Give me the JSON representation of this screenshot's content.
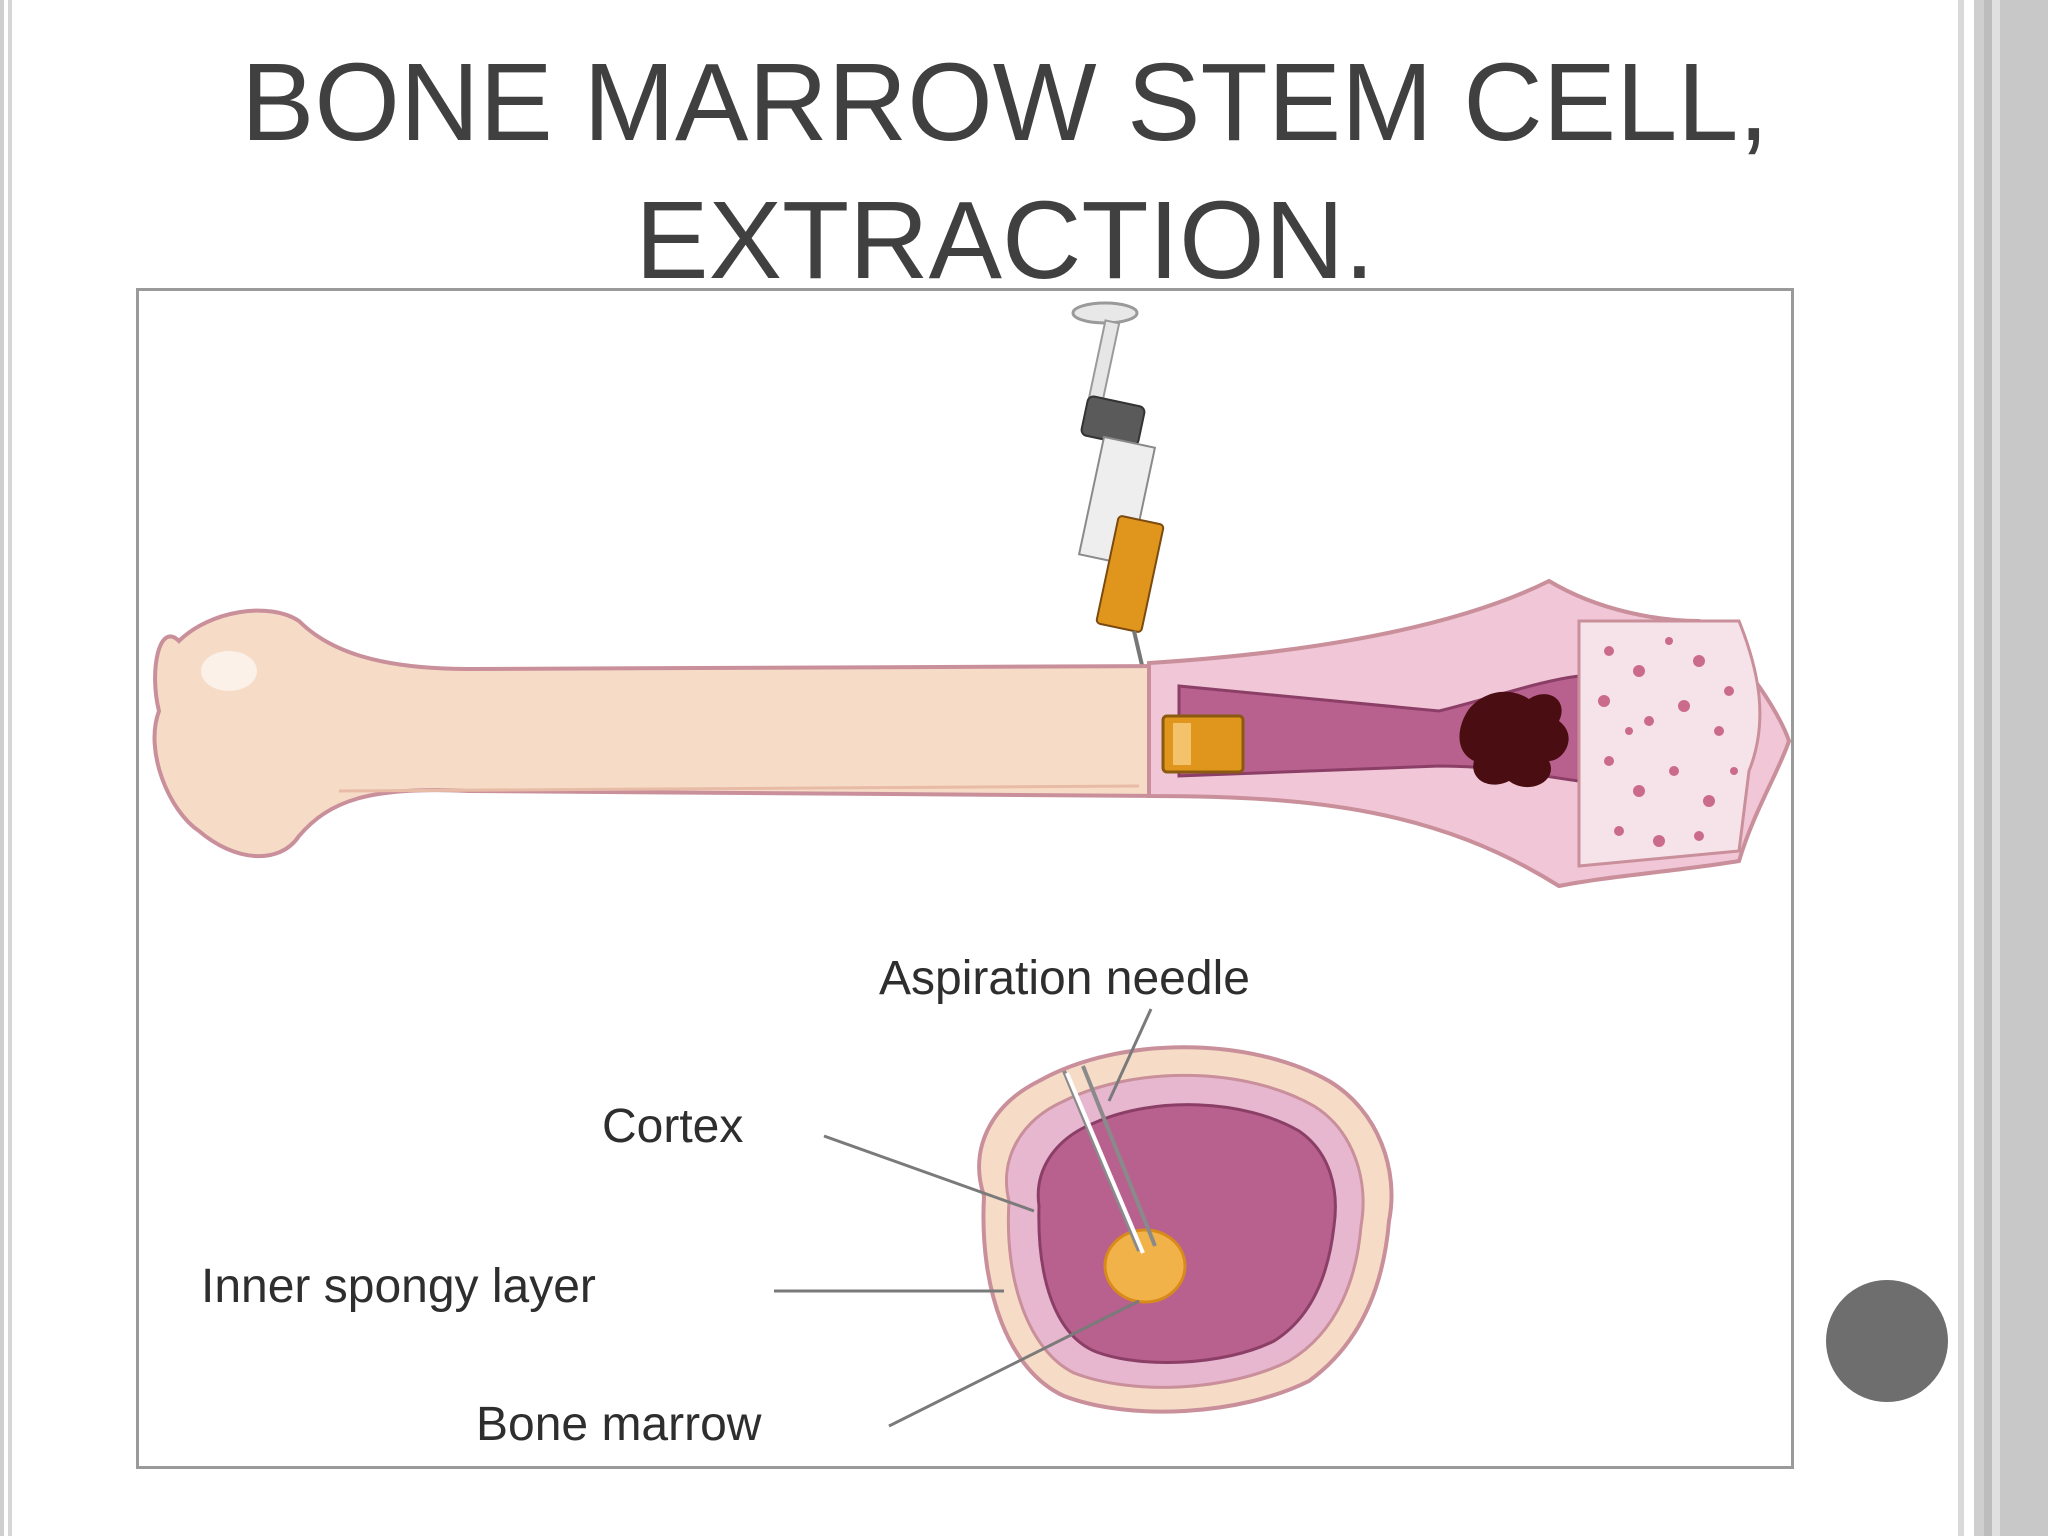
{
  "slide": {
    "title_line1": "BONE MARROW STEM CELL,",
    "title_line2": "EXTRACTION."
  },
  "diagram": {
    "labels": {
      "aspiration_needle": "Aspiration needle",
      "cortex": "Cortex",
      "inner_spongy_layer": "Inner spongy layer",
      "bone_marrow": "Bone marrow"
    }
  },
  "colors": {
    "title_text": "#404040",
    "bone": "#f6dcc6",
    "bone_outline": "#c98f9a",
    "marrow": "#b8608e",
    "cortex_ring": "#e7b6cf",
    "aspirate": "#e0951c",
    "slide_marker": "#6e6e6e"
  }
}
